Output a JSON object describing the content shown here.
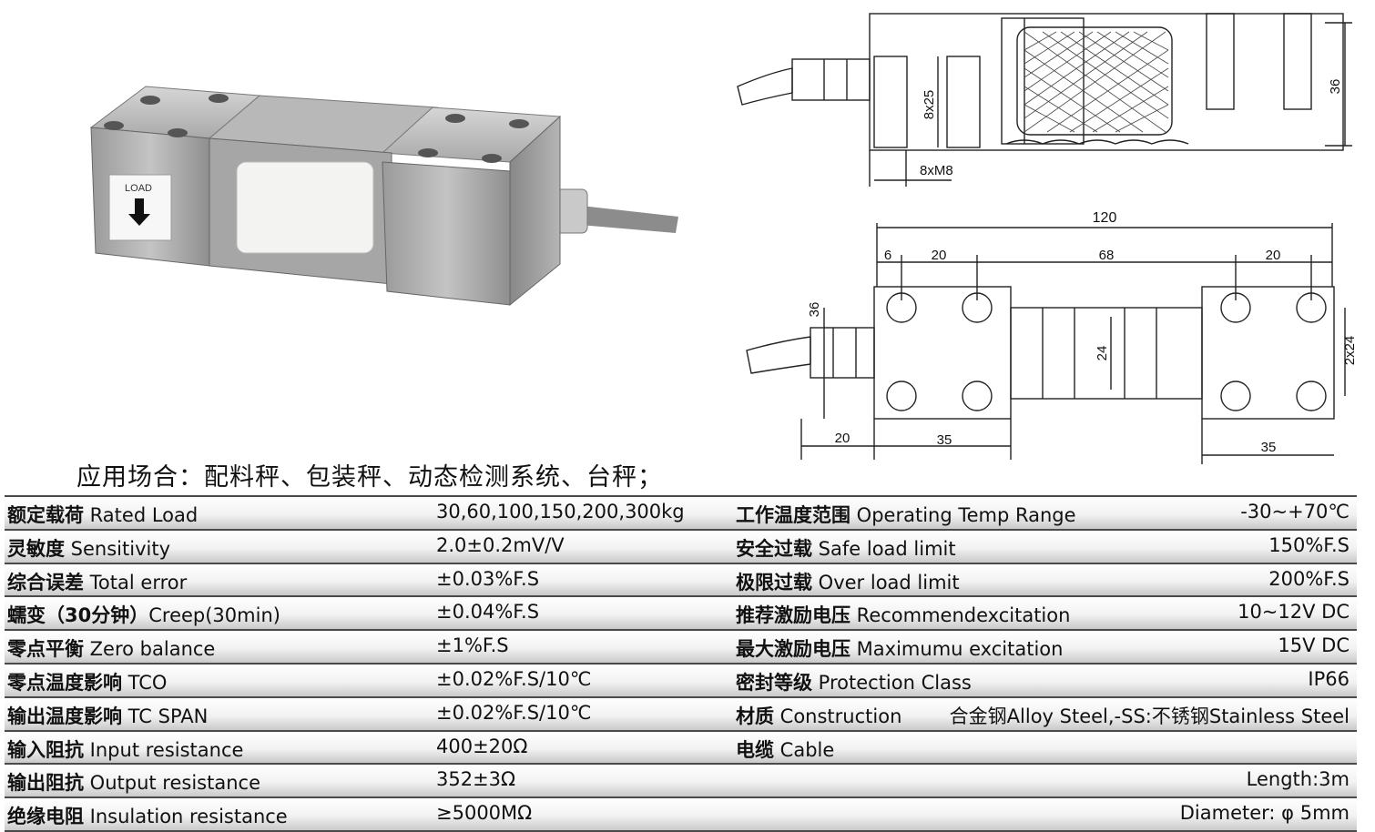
{
  "photo": {
    "label_text": "LOAD"
  },
  "drawing_top": {
    "dim_36": "36",
    "dim_8x25": "8x25",
    "dim_8xM8": "8xM8"
  },
  "drawing_bottom": {
    "dim_120": "120",
    "dim_6": "6",
    "dim_20_left": "20",
    "dim_68": "68",
    "dim_20_right": "20",
    "dim_36": "36",
    "dim_24": "24",
    "dim_2x24": "2x24",
    "dim_20_bottom": "20",
    "dim_35_left": "35",
    "dim_35_right": "35"
  },
  "application": "应用场合：配料秤、包装秤、动态检测系统、台秤；",
  "specs": [
    {
      "l_zh": "额定载荷",
      "l_en": " Rated Load",
      "l_val": "30,60,100,150,200,300kg",
      "r_zh": "工作温度范围",
      "r_en": " Operating Temp Range",
      "r_val": "-30~+70℃"
    },
    {
      "l_zh": "灵敏度",
      "l_en": " Sensitivity",
      "l_val": "2.0±0.2mV/V",
      "r_zh": "安全过载",
      "r_en": " Safe load limit",
      "r_val": "150%F.S"
    },
    {
      "l_zh": "综合误差",
      "l_en": " Total error",
      "l_val": "±0.03%F.S",
      "r_zh": "极限过载",
      "r_en": " Over load limit",
      "r_val": "200%F.S"
    },
    {
      "l_zh": "蠕变（30分钟）",
      "l_en": "Creep(30min)",
      "l_val": "±0.04%F.S",
      "r_zh": "推荐激励电压",
      "r_en": " Recommendexcitation",
      "r_val": "10~12V DC"
    },
    {
      "l_zh": "零点平衡",
      "l_en": " Zero balance",
      "l_val": "±1%F.S",
      "r_zh": "最大激励电压",
      "r_en": " Maximumu excitation",
      "r_val": "15V DC"
    },
    {
      "l_zh": "零点温度影响",
      "l_en": " TCO",
      "l_val": "±0.02%F.S/10℃",
      "r_zh": "密封等级",
      "r_en": " Protection Class",
      "r_val": "IP66"
    },
    {
      "l_zh": "输出温度影响",
      "l_en": " TC SPAN",
      "l_val": "±0.02%F.S/10℃",
      "r_zh": "材质",
      "r_en": " Construction",
      "r_val": "合金钢Alloy Steel,-SS:不锈钢Stainless Steel"
    },
    {
      "l_zh": "输入阻抗",
      "l_en": " Input resistance",
      "l_val": "400±20Ω",
      "r_zh": "电缆",
      "r_en": " Cable",
      "r_val": ""
    },
    {
      "l_zh": "输出阻抗",
      "l_en": " Output resistance",
      "l_val": "352±3Ω",
      "r_zh": "",
      "r_en": "",
      "r_val": "Length:3m"
    },
    {
      "l_zh": "绝缘电阻",
      "l_en": " Insulation resistance",
      "l_val": "≥5000MΩ",
      "r_zh": "",
      "r_en": "",
      "r_val": "Diameter: φ 5mm"
    }
  ]
}
